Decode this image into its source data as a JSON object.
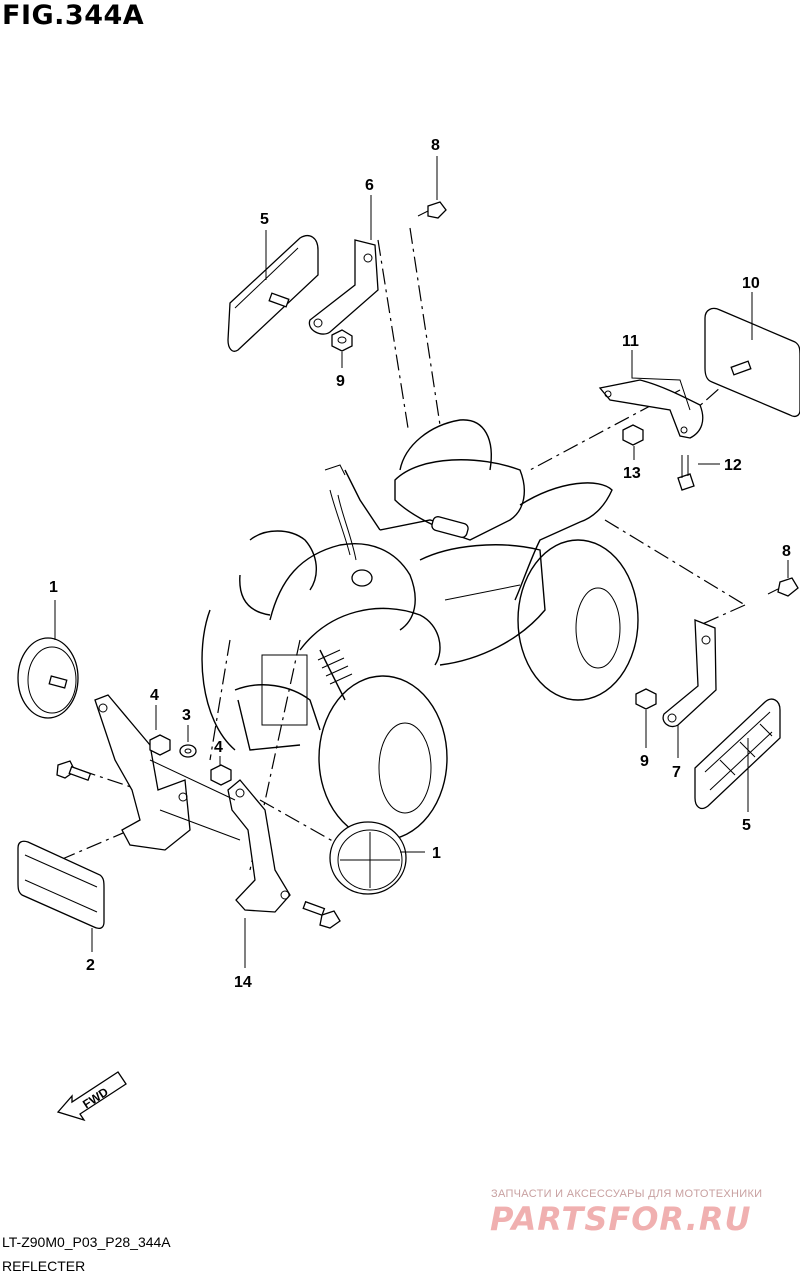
{
  "figure": {
    "title": "FIG.344A",
    "model_code": "LT-Z90M0_P03_P28_344A",
    "section_name": "REFLECTER"
  },
  "callouts": {
    "c1a": "1",
    "c1b": "1",
    "c2": "2",
    "c3": "3",
    "c4a": "4",
    "c4b": "4",
    "c5a": "5",
    "c5b": "5",
    "c6": "6",
    "c7": "7",
    "c8a": "8",
    "c8b": "8",
    "c9a": "9",
    "c9b": "9",
    "c10": "10",
    "c11": "11",
    "c12": "12",
    "c13": "13",
    "c14": "14"
  },
  "fwd_label": "FWD",
  "watermark": {
    "tagline": "ЗАПЧАСТИ И АКСЕССУАРЫ ДЛЯ МОТОТЕХНИКИ",
    "logo": "PARTSFOR.RU"
  },
  "colors": {
    "line": "#000000",
    "background": "#ffffff",
    "watermark": "#f0b0b0"
  }
}
